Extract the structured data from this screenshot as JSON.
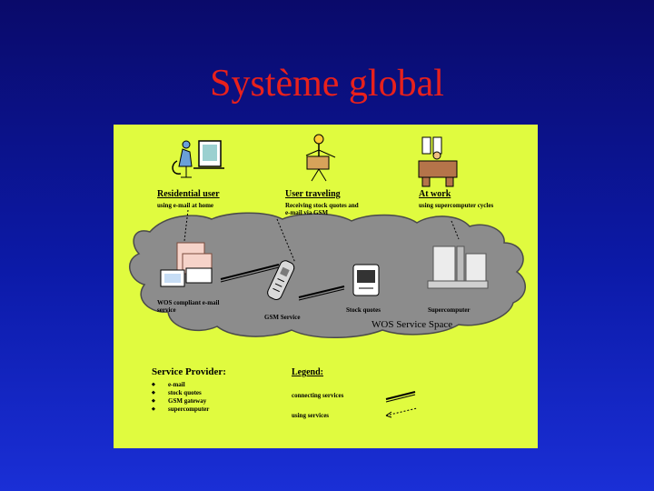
{
  "slide": {
    "title": "Système global"
  },
  "diagram": {
    "residential": {
      "title": "Residential user",
      "subtitle": "using e-mail at home"
    },
    "traveling": {
      "title": "User traveling",
      "line1": "Receiving stock quotes and",
      "line2": "e-mail via GSM"
    },
    "work": {
      "title": "At work",
      "subtitle": "using supercomputer cycles"
    },
    "services": {
      "email_line1": "WOS compliant e-mail",
      "email_line2": "service",
      "gsm": "GSM Service",
      "stock": "Stock quotes",
      "super": "Supercomputer",
      "space": "WOS Service Space"
    },
    "provider": {
      "title": "Service Provider:",
      "items": [
        "e-mail",
        "stock quotes",
        "GSM gateway",
        "supercomputer"
      ]
    },
    "legend": {
      "title": "Legend:",
      "connecting": "connecting services",
      "using": "using services"
    }
  }
}
